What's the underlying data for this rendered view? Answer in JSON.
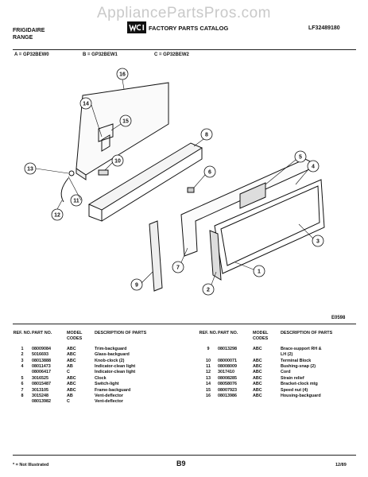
{
  "watermark": "AppliancePartsPros.com",
  "header": {
    "brand_line1": "FRIGIDAIRE",
    "brand_line2": "RANGE",
    "catalog_title": "FACTORY PARTS CATALOG",
    "catalog_number": "LF32489180"
  },
  "models": {
    "a": "A = GP32BEW0",
    "b": "B = GP32BEW1",
    "c": "C = GP32BEW2"
  },
  "diagram": {
    "figure_number": "E0598",
    "callouts": [
      "1",
      "2",
      "3",
      "4",
      "5",
      "6",
      "7",
      "8",
      "9",
      "10",
      "11",
      "12",
      "13",
      "14",
      "15",
      "16"
    ]
  },
  "parts_table": {
    "headers": {
      "ref": "REF. NO.",
      "part": "PART NO.",
      "model": "MODEL CODES",
      "desc": "DESCRIPTION OF PARTS"
    },
    "left": [
      {
        "ref": "1",
        "part": "08009084",
        "code": "ABC",
        "desc": "Trim-backguard"
      },
      {
        "ref": "2",
        "part": "5016693",
        "code": "ABC",
        "desc": "Glass-backguard"
      },
      {
        "ref": "3",
        "part": "08013888",
        "code": "ABC",
        "desc": "Knob-clock (2)"
      },
      {
        "ref": "4",
        "part": "08011473",
        "code": "AB",
        "desc": "Indicator-clean light"
      },
      {
        "ref": "",
        "part": "08006417",
        "code": "C",
        "desc": "Indicator-clean light"
      },
      {
        "ref": "5",
        "part": "3016525",
        "code": "ABC",
        "desc": "Clock"
      },
      {
        "ref": "6",
        "part": "08015487",
        "code": "ABC",
        "desc": "Switch-light"
      },
      {
        "ref": "7",
        "part": "3013105",
        "code": "ABC",
        "desc": "Frame-backguard"
      },
      {
        "ref": "8",
        "part": "3015248",
        "code": "AB",
        "desc": "Vent-deflector"
      },
      {
        "ref": "",
        "part": "08013982",
        "code": "C",
        "desc": "Vent-deflector"
      }
    ],
    "right": [
      {
        "ref": "9",
        "part": "08013298",
        "code": "ABC",
        "desc": "Brace-support RH &"
      },
      {
        "ref": "",
        "part": "",
        "code": "",
        "desc": "LH (2)"
      },
      {
        "ref": "10",
        "part": "08000071",
        "code": "ABC",
        "desc": "Terminal Block"
      },
      {
        "ref": "11",
        "part": "08008009",
        "code": "ABC",
        "desc": "Bushing-snap (2)"
      },
      {
        "ref": "12",
        "part": "3017410",
        "code": "ABC",
        "desc": "Cord"
      },
      {
        "ref": "13",
        "part": "08008285",
        "code": "ABC",
        "desc": "Strain relief"
      },
      {
        "ref": "14",
        "part": "08058076",
        "code": "ABC",
        "desc": "Bracket-clock mtg"
      },
      {
        "ref": "15",
        "part": "08007923",
        "code": "ABC",
        "desc": "Speed nut (4)"
      },
      {
        "ref": "16",
        "part": "08013986",
        "code": "ABC",
        "desc": "Housing-backguard"
      }
    ]
  },
  "footer": {
    "note": "* = Not Illustrated",
    "page": "B9",
    "date": "12/89"
  }
}
